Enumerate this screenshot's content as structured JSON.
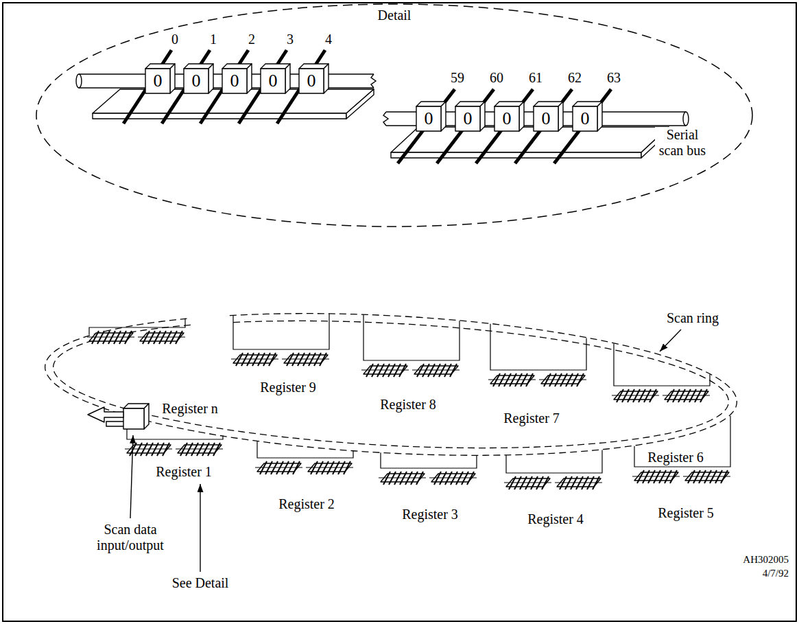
{
  "diagram": {
    "nodes": [
      {
        "text": [
          "Detail"
        ]
      },
      {
        "text": [
          "0"
        ],
        "in": 0
      },
      {
        "text": [
          "0"
        ],
        "in": 0
      },
      {
        "text": [
          "0"
        ],
        "in": 0
      },
      {
        "text": [
          "0"
        ],
        "in": 0
      },
      {
        "text": [
          "0"
        ],
        "in": 0
      },
      {
        "text": [
          "0"
        ],
        "in": 0
      },
      {
        "text": [
          "0"
        ],
        "in": 0
      },
      {
        "text": [
          "0"
        ],
        "in": 0
      },
      {
        "text": [
          "0"
        ],
        "in": 0
      },
      {
        "text": [
          "0"
        ],
        "in": 0
      }
    ],
    "labels": [
      "0",
      "1",
      "2",
      "3",
      "4",
      "59",
      "60",
      "61",
      "62",
      "63",
      "Serial scan bus",
      "Scan ring",
      "Register n",
      "Register 9",
      "Register 8",
      "Register 7",
      "Register 6",
      "Register 1",
      "Register 2",
      "Register 3",
      "Register 4",
      "Register 5",
      "Scan data input/output",
      "See Detail",
      "AH302005",
      "4/7/92"
    ]
  }
}
